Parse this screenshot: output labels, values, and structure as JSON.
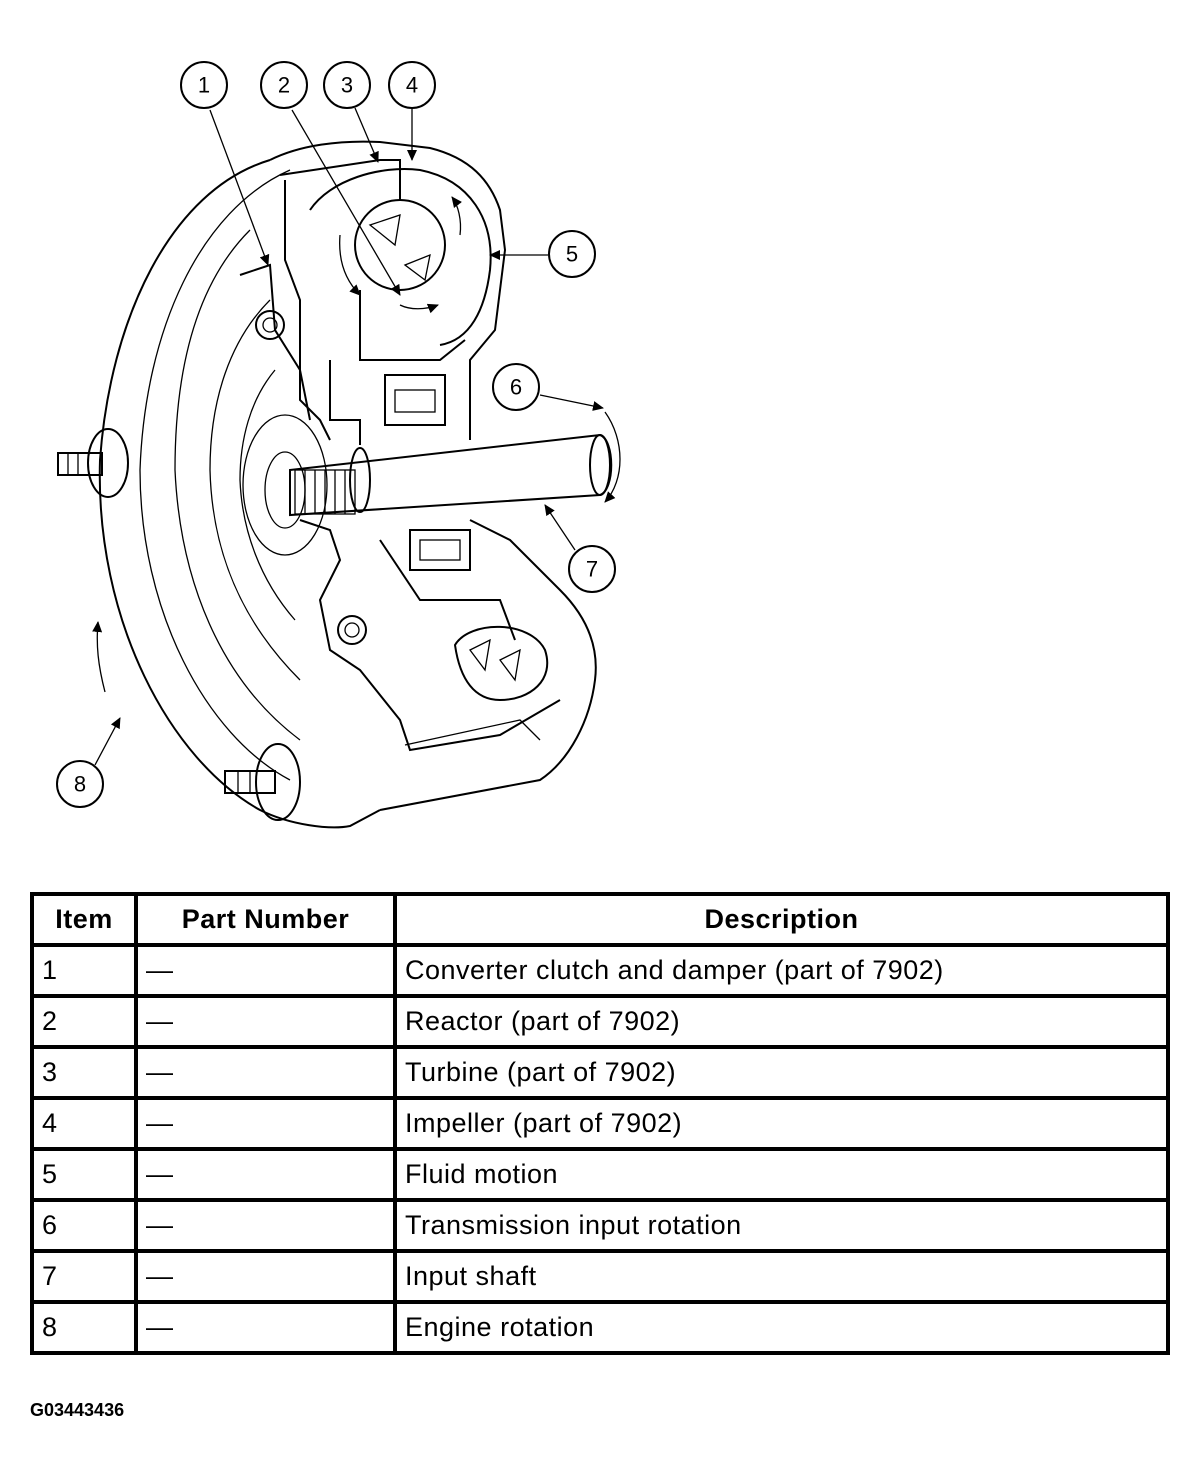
{
  "callouts": [
    "1",
    "2",
    "3",
    "4",
    "5",
    "6",
    "7",
    "8"
  ],
  "table": {
    "headers": {
      "item": "Item",
      "part_number": "Part Number",
      "description": "Description"
    },
    "rows": [
      {
        "item": "1",
        "part_number": "—",
        "description": "Converter clutch and damper (part of 7902)"
      },
      {
        "item": "2",
        "part_number": "—",
        "description": "Reactor (part of 7902)"
      },
      {
        "item": "3",
        "part_number": "—",
        "description": "Turbine (part of 7902)"
      },
      {
        "item": "4",
        "part_number": "—",
        "description": "Impeller (part of 7902)"
      },
      {
        "item": "5",
        "part_number": "—",
        "description": "Fluid motion"
      },
      {
        "item": "6",
        "part_number": "—",
        "description": "Transmission input rotation"
      },
      {
        "item": "7",
        "part_number": "—",
        "description": "Input shaft"
      },
      {
        "item": "8",
        "part_number": "—",
        "description": "Engine rotation"
      }
    ]
  },
  "figure_id": "G03443436"
}
